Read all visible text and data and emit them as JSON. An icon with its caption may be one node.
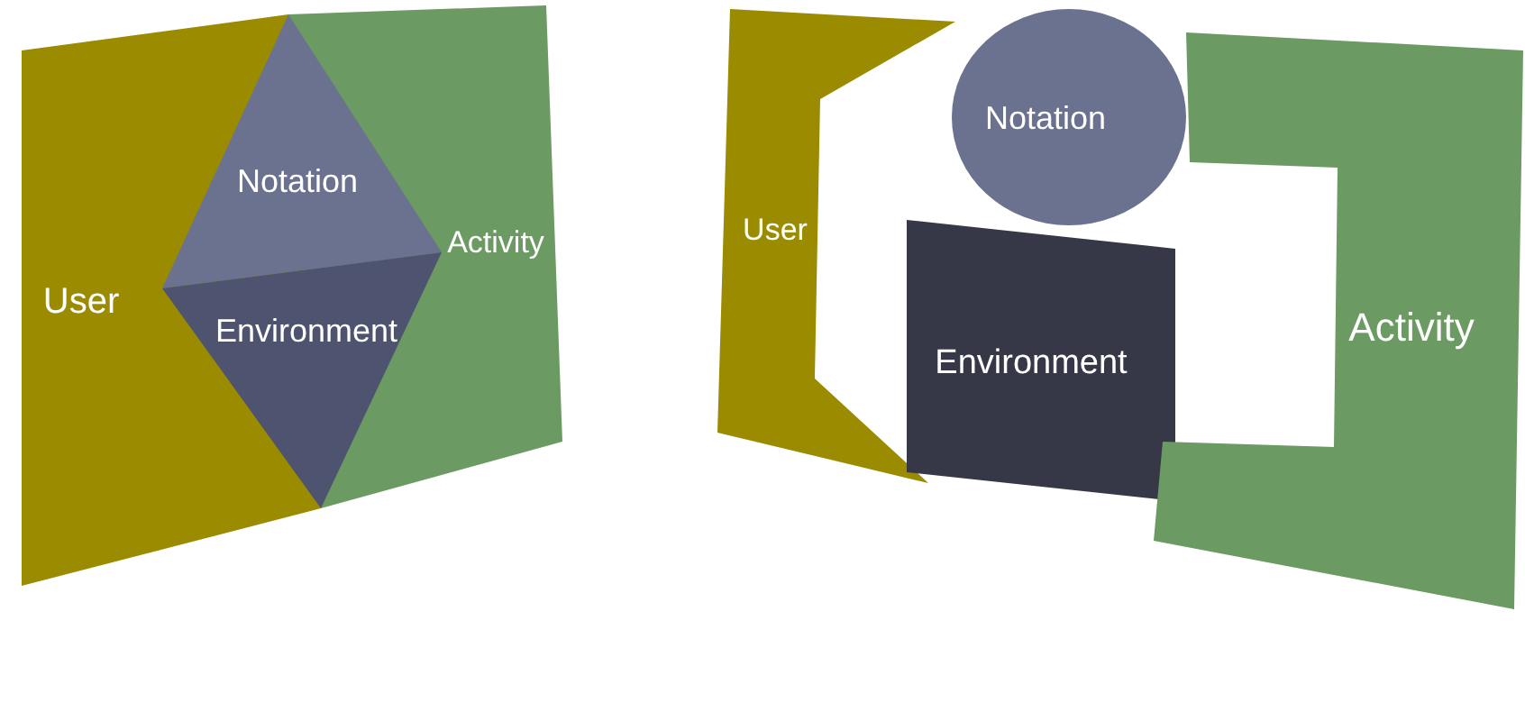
{
  "diagram": {
    "nodes": [
      {
        "text": [
          "User"
        ]
      },
      {
        "text": [
          "Activity"
        ]
      },
      {
        "text": [
          "Notation"
        ]
      },
      {
        "text": [
          "Environment"
        ]
      },
      {
        "text": [
          "User"
        ]
      },
      {
        "text": [
          "Notation"
        ]
      },
      {
        "text": [
          "Environment"
        ]
      },
      {
        "text": [
          "Activity"
        ]
      }
    ]
  }
}
